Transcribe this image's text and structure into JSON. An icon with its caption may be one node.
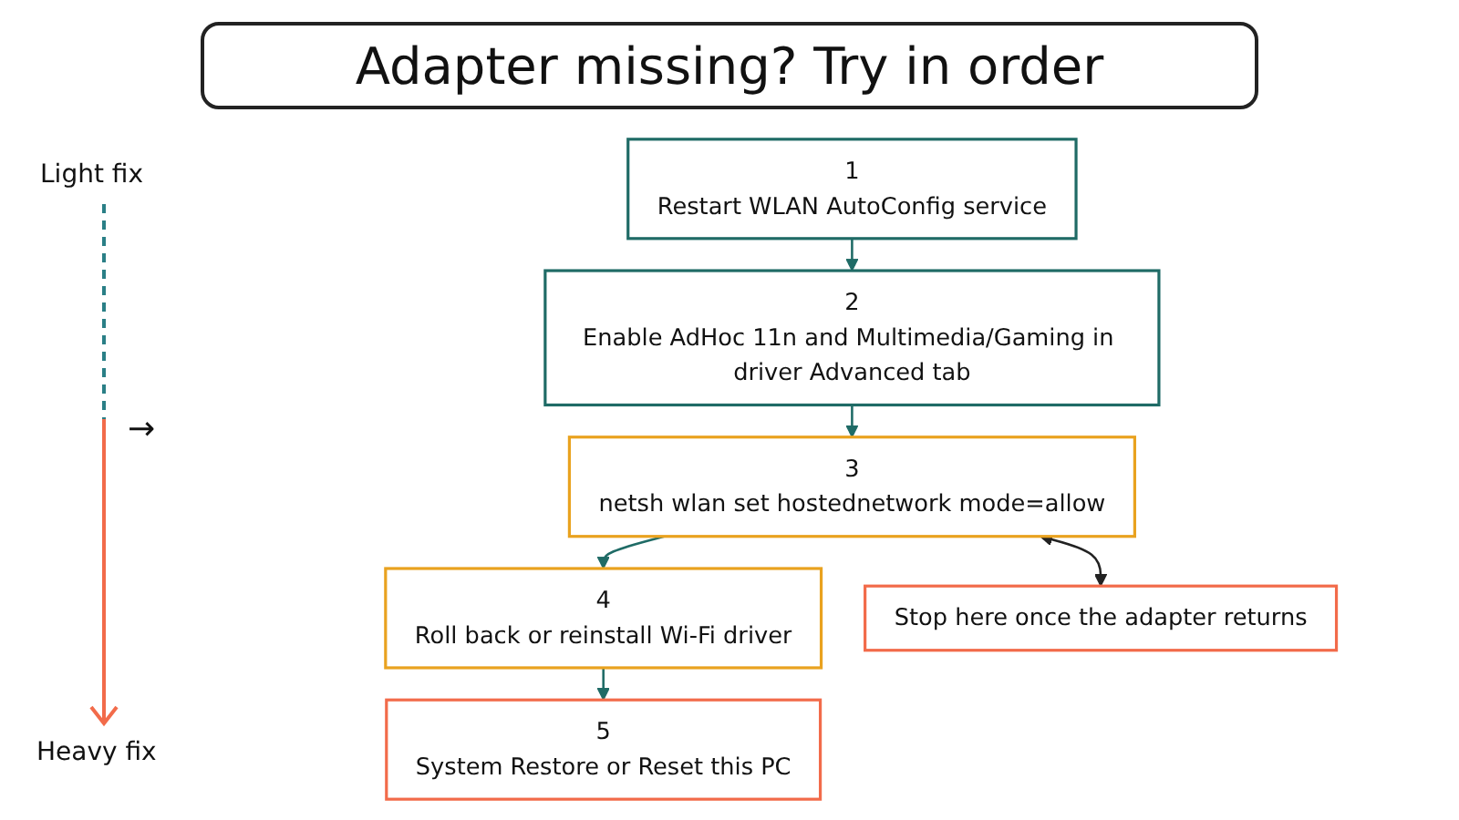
{
  "diagram": {
    "title": "Adapter missing? Try in order",
    "nodes": [
      {
        "text": [
          "1",
          "Restart WLAN AutoConfig service"
        ]
      },
      {
        "text": [
          "2",
          "Enable AdHoc 11n and Multimedia/Gaming in driver Advanced tab"
        ]
      },
      {
        "text": [
          "3",
          "netsh wlan set hostednetwork mode=allow"
        ]
      },
      {
        "text": [
          "4",
          "Roll back or reinstall Wi-Fi driver"
        ]
      },
      {
        "text": [
          "5",
          "System Restore or Reset this PC"
        ]
      },
      {
        "text": [
          "Stop here once the adapter returns"
        ]
      }
    ],
    "edges": [
      {
        "from": 0,
        "to": 1,
        "arrow": "to"
      },
      {
        "from": 1,
        "to": 2,
        "arrow": "to"
      },
      {
        "from": 2,
        "to": 3,
        "arrow": "to"
      },
      {
        "from": 3,
        "to": 4,
        "arrow": "to"
      },
      {
        "from": 2,
        "to": 5,
        "arrow": "both"
      }
    ],
    "labels": [
      "Light fix",
      "→",
      "Heavy fix"
    ]
  }
}
